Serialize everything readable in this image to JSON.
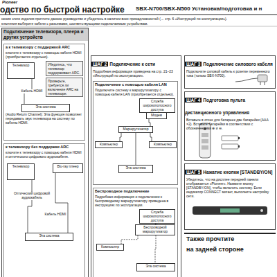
{
  "diagram": {
    "title": "одство по быстрой настройке",
    "nodes": [
      {
        "text": [
          "Подключение телевизора, плеера и других устройств"
        ]
      },
      {
        "text": [
          "а к телевизору с поддержкой ARC",
          "ключите к телевизору с помощью кабеля HDMI (приобретается отдельно)."
        ],
        "in": 0
      },
      {
        "text": [
          "Телевизор"
        ],
        "in": 1
      },
      {
        "text": [
          "Убедитесь, что телевизор поддерживает ARC."
        ],
        "in": 1
      },
      {
        "text": [
          "Проверьте, требуется ли включение ARC на телевизоре."
        ],
        "in": 1
      },
      {
        "text": [
          "Эта система"
        ],
        "in": 1
      },
      {
        "text": [
          "к телевизору без поддержки ARC",
          "ключите к телевизору с помощью кабеля HDMI и оптического цифрового аудиокабеля."
        ],
        "in": 0
      },
      {
        "text": [
          "Телевизор"
        ],
        "in": 6
      },
      {
        "text": [
          "Эта система"
        ],
        "in": 6
      },
      {
        "text": [
          "Blu-ray плеер"
        ],
        "in": 6
      },
      {
        "text": [
          "ШАГ 2",
          "Подключение к сети",
          "Подробная информация приведена на стр. 21–23 «Инструкций по эксплуатации»."
        ]
      },
      {
        "text": [
          "Подключение с помощью кабеля LAN",
          "Подключите систему к маршрутизатору с помощью кабеля LAN (приобретается отдельно)."
        ],
        "in": 10
      },
      {
        "text": [
          "Служба широкополосного доступа"
        ],
        "in": 11
      },
      {
        "text": [
          "Модем"
        ],
        "in": 11
      },
      {
        "text": [
          "Маршрутизатор"
        ],
        "in": 11
      },
      {
        "text": [
          "Компьютер"
        ],
        "in": 11
      },
      {
        "text": [
          "Компьютер"
        ],
        "in": 11
      },
      {
        "text": [
          "Эта система"
        ],
        "in": 11
      },
      {
        "text": [
          "Беспроводное подключение",
          "Подробная информация о подключении к беспроводному маршрутизатору приведена в инструкциях по эксплуатации."
        ],
        "in": 10
      },
      {
        "text": [
          "Служба широкополосного доступа"
        ],
        "in": 18
      },
      {
        "text": [
          "Беспроводной маршрутизатор"
        ],
        "in": 18
      },
      {
        "text": [
          "Компьютер"
        ],
        "in": 18
      },
      {
        "text": [
          "Эта система"
        ],
        "in": 18
      },
      {
        "text": [
          "ШАГ 3",
          "Подключение силового кабеля",
          "Подключите силовой кабель к розетке переменного тока (только SBX-N700)."
        ]
      },
      {
        "text": [
          "ШАГ 4",
          "Подготовка пульта дистанционного управления",
          "Вставьте в отсек для батареек две батарейки (AAA ×2). Вставьте батарейки в соответствии с обозначениями ⊕ и ⊖."
        ]
      },
      {
        "text": [
          "ШАГ 5",
          "Нажатие кнопки [STANDBY/ON]",
          "Убедитесь, что на дисплее передней панели отображается «Pioneer». Нажмите кнопку [STANDBY/ON], чтобы включить систему. Если индикатор CONNECT мигает, выполните настройку сети."
        ]
      },
      {
        "text": [
          "Также прочтите",
          "на задней стороне"
        ]
      }
    ],
    "edges": [
      {
        "from": 2,
        "to": 5,
        "label": "Кабель HDMI",
        "arrow": "none"
      },
      {
        "from": 7,
        "to": 8,
        "label": "Оптический цифровой аудиокабель",
        "arrow": "none"
      },
      {
        "from": 9,
        "to": 8,
        "label": "Кабель HDMI",
        "arrow": "none"
      },
      {
        "from": 12,
        "to": 13,
        "arrow": "none"
      },
      {
        "from": 13,
        "to": 14,
        "arrow": "none"
      },
      {
        "from": 14,
        "to": 15,
        "arrow": "none"
      },
      {
        "from": 14,
        "to": 16,
        "arrow": "none"
      },
      {
        "from": 14,
        "to": 17,
        "arrow": "none"
      },
      {
        "from": 19,
        "to": 20,
        "arrow": "none"
      },
      {
        "from": 20,
        "to": 21,
        "arrow": "none"
      },
      {
        "from": 20,
        "to": 22,
        "arrow": "none"
      }
    ],
    "labels": [
      "Pioneer",
      "SBX-N700/SBX-N500 Установка/подготовка и н",
      "нения этого изделия прочтите данное руководство и убедитесь в наличии всех принадлежностей (→ стр. 6 «Инструкций по эксплуатации»).",
      "ключения выберите кабели с разъемами, соответствующими подключаемым устройствам.",
      "(Audio Return Channel): Эта функция позволяет передавать звук телевизора на систему по кабелю HDMI."
    ]
  }
}
